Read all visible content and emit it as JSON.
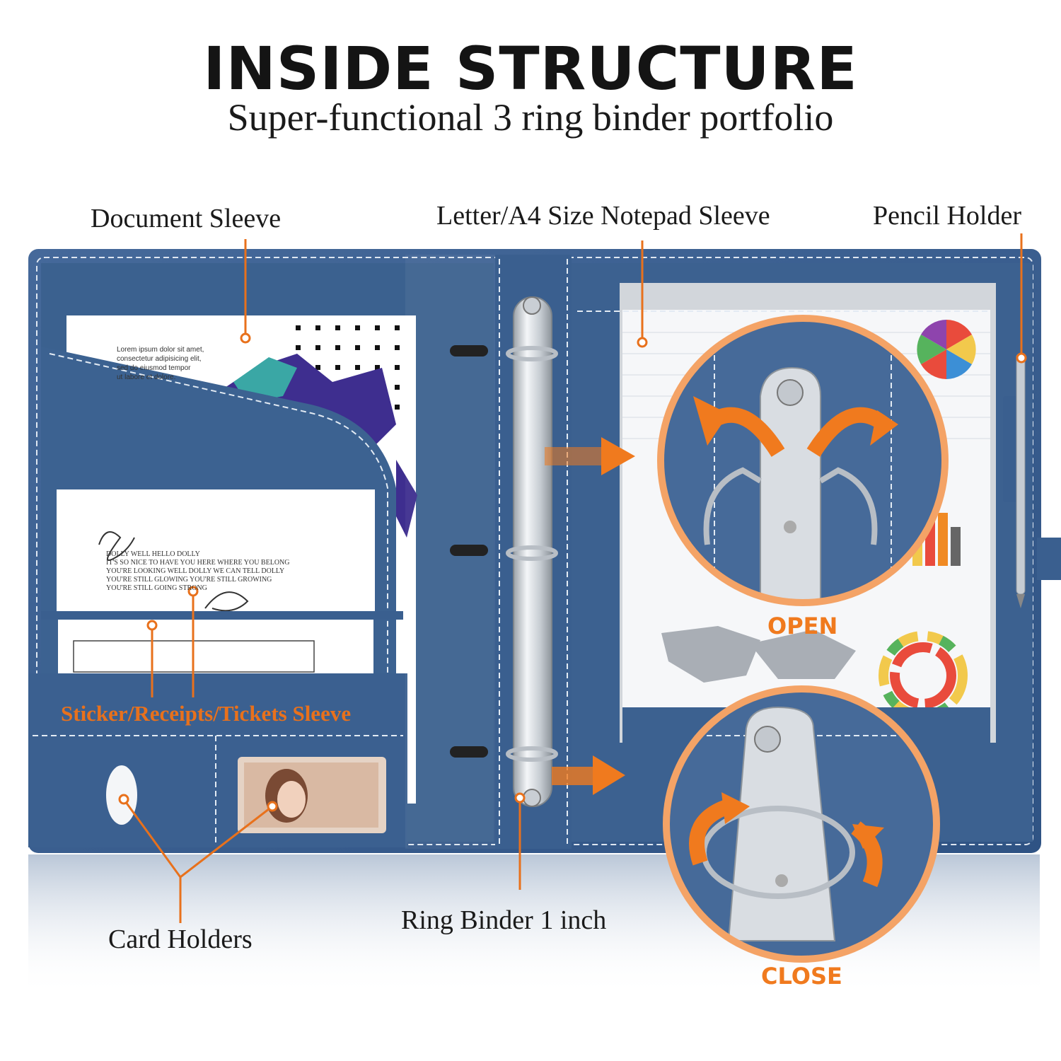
{
  "heading": {
    "title": "INSIDE STRUCTURE",
    "subtitle": "Super-functional 3 ring binder portfolio"
  },
  "callouts": {
    "document_sleeve": "Document Sleeve",
    "notepad_sleeve": "Letter/A4 Size Notepad Sleeve",
    "pencil_holder": "Pencil Holder",
    "sticker_sleeve": "Sticker/Receipts/Tickets Sleeve",
    "card_holders": "Card Holders",
    "ring_binder": "Ring Binder 1 inch"
  },
  "ring_states": {
    "open": "OPEN",
    "close": "CLOSE"
  },
  "document_sheet_text": "Lorem ipsum dolor sit amet,\nconsectetur adipisicing elit,\nsed do eiusmod tempor\nut labore et dolore.",
  "hello_card_text": "DOLLY WELL HELLO DOLLY\nIT'S SO NICE TO HAVE YOU HERE WHERE YOU BELONG\nYOU'RE LOOKING WELL DOLLY WE CAN TELL DOLLY\nYOU'RE STILL GLOWING YOU'RE STILL GROWING\nYOU'RE STILL GOING STRONG",
  "colors": {
    "leather_blue": "#3a5f8f",
    "accent_orange": "#f07a1e",
    "stitching": "#e8eef5",
    "metal": "#d9dde2"
  }
}
